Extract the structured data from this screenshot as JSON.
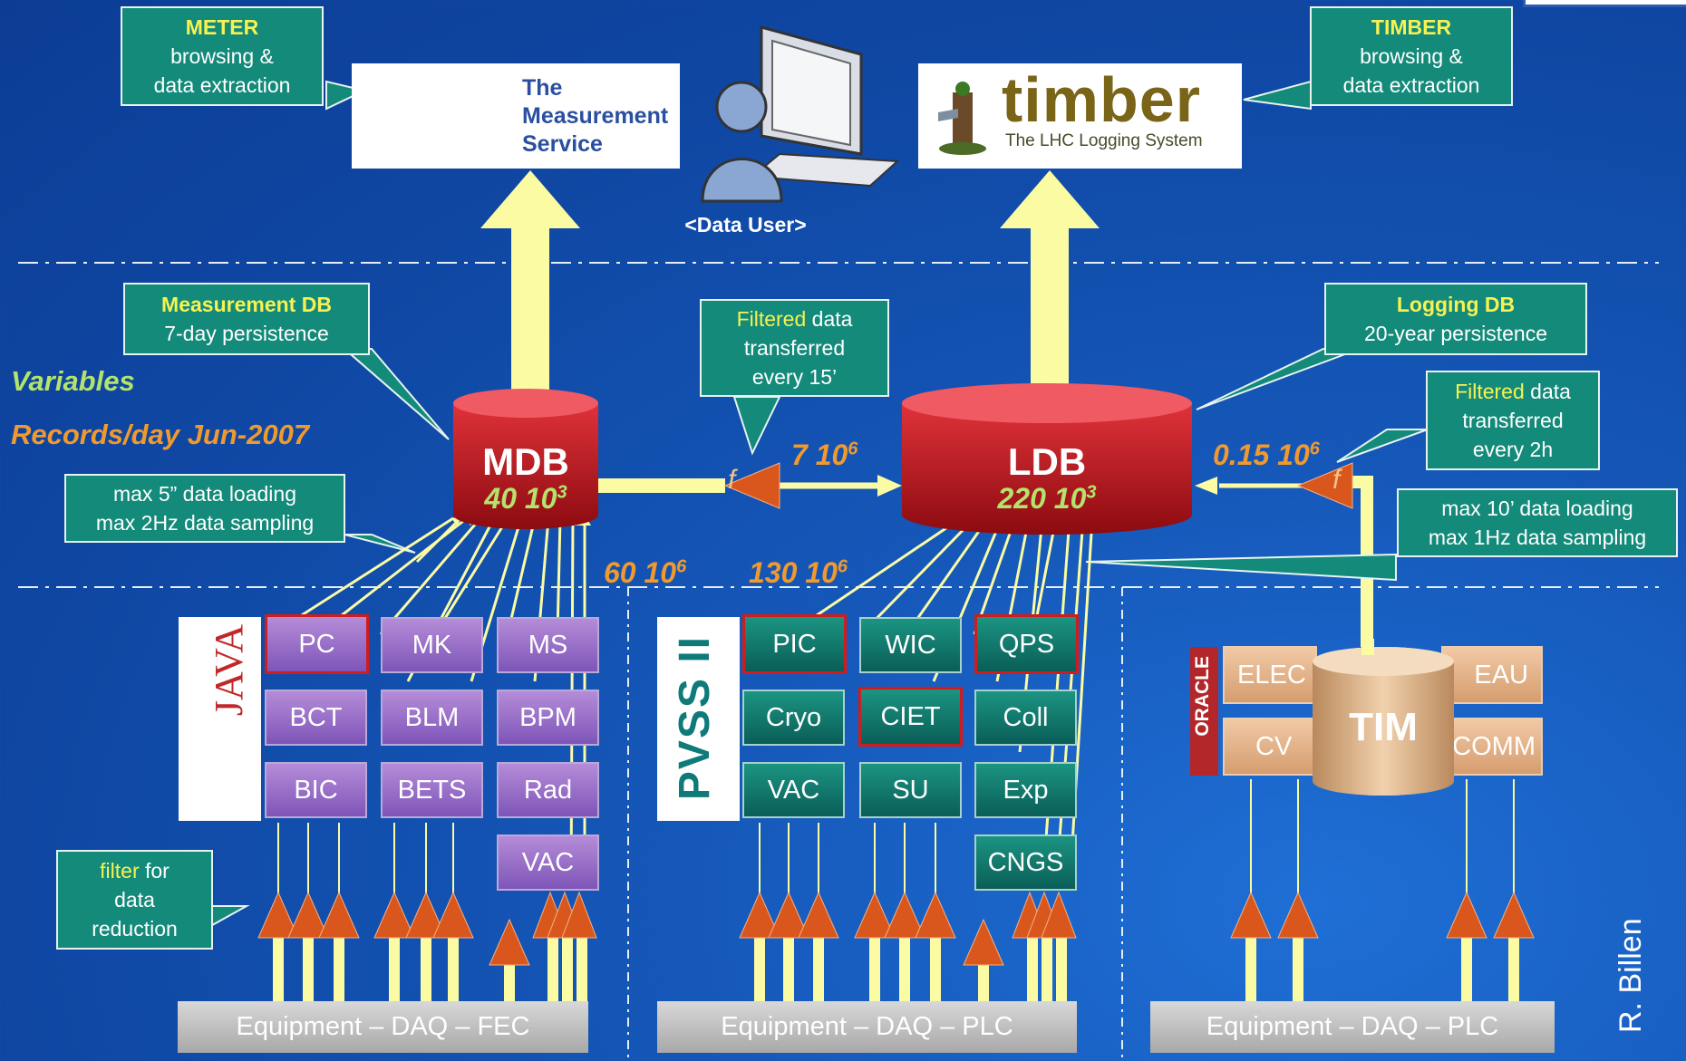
{
  "callouts": {
    "meter": {
      "title": "METER",
      "line1": "browsing &",
      "line2": "data extraction"
    },
    "timber": {
      "title": "TIMBER",
      "line1": "browsing &",
      "line2": "data extraction"
    },
    "measurement_db": {
      "title": "Measurement DB",
      "line1": "7-day persistence"
    },
    "logging_db": {
      "title": "Logging DB",
      "line1": "20-year persistence"
    },
    "filtered_15": {
      "highlight": "Filtered",
      "rest": " data",
      "line2": "transferred",
      "line3": "every 15’"
    },
    "filtered_2h": {
      "highlight": "Filtered",
      "rest": " data",
      "line2": "transferred",
      "line3": "every 2h"
    },
    "mdb_loading": {
      "line1": "max 5” data loading",
      "line2": "max 2Hz data sampling"
    },
    "ldb_loading": {
      "line1": "max 10’ data loading",
      "line2": "max 1Hz data sampling"
    },
    "filter_reduction": {
      "highlight": "filter",
      "rest": " for",
      "line2": "data",
      "line3": "reduction"
    }
  },
  "logos": {
    "measurement_service": {
      "line1": "The",
      "line2": "Measurement",
      "line3": "Service"
    },
    "timber": {
      "name": "timber",
      "tagline": "The LHC Logging System"
    },
    "java": "JAVA",
    "pvss": "PVSS II",
    "oracle": "ORACLE"
  },
  "data_user_label": "<Data User>",
  "side_labels": {
    "variables": "Variables",
    "records": "Records/day Jun-2007"
  },
  "databases": {
    "mdb": {
      "name": "MDB",
      "value": "40 10",
      "exp": "3"
    },
    "ldb": {
      "name": "LDB",
      "value": "220 10",
      "exp": "3"
    },
    "tim": {
      "name": "TIM"
    }
  },
  "numbers": {
    "n7": {
      "value": "7 10",
      "exp": "6"
    },
    "n015": {
      "value": "0.15 10",
      "exp": "6"
    },
    "n60": {
      "value": "60 10",
      "exp": "6"
    },
    "n130": {
      "value": "130 10",
      "exp": "6"
    }
  },
  "filter_symbol": "f",
  "modules": {
    "java_group": [
      "PC",
      "MK",
      "MS",
      "BCT",
      "BLM",
      "BPM",
      "BIC",
      "BETS",
      "Rad",
      "VAC"
    ],
    "pvss_group": [
      "PIC",
      "WIC",
      "QPS",
      "Cryo",
      "CIET",
      "Coll",
      "VAC",
      "SU",
      "Exp",
      "CNGS"
    ],
    "tim_group": [
      "ELEC",
      "EAU",
      "CV",
      "COMM"
    ]
  },
  "equipment": [
    "Equipment – DAQ – FEC",
    "Equipment – DAQ – PLC",
    "Equipment – DAQ – PLC"
  ],
  "author": "R. Billen",
  "colors": {
    "background": "#1557b8",
    "callout": "#138a7a",
    "arrow": "#fbfba3",
    "db_red": "#c4151c",
    "yellow": "#f7f252",
    "orange": "#f09a2e",
    "green": "#b3e36d"
  }
}
